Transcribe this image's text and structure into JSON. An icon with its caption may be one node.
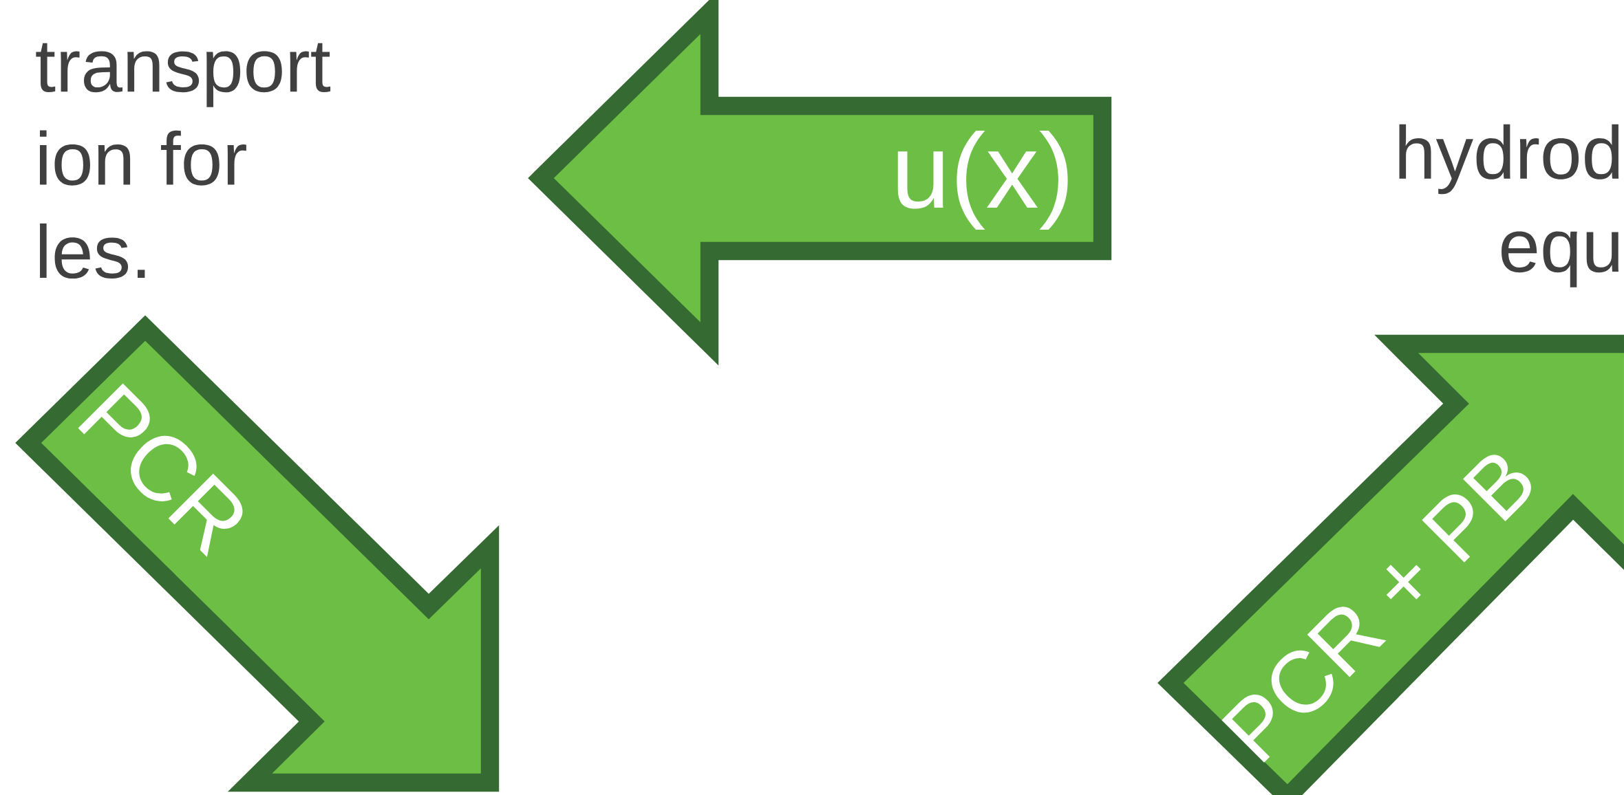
{
  "diagram": {
    "nodes": [
      {
        "text": [
          "u(x)"
        ]
      },
      {
        "text": [
          "PCR"
        ]
      },
      {
        "text": [
          "PCR + PB"
        ]
      }
    ],
    "labels": [
      "transport ion for les.",
      "hydrod equ"
    ]
  }
}
